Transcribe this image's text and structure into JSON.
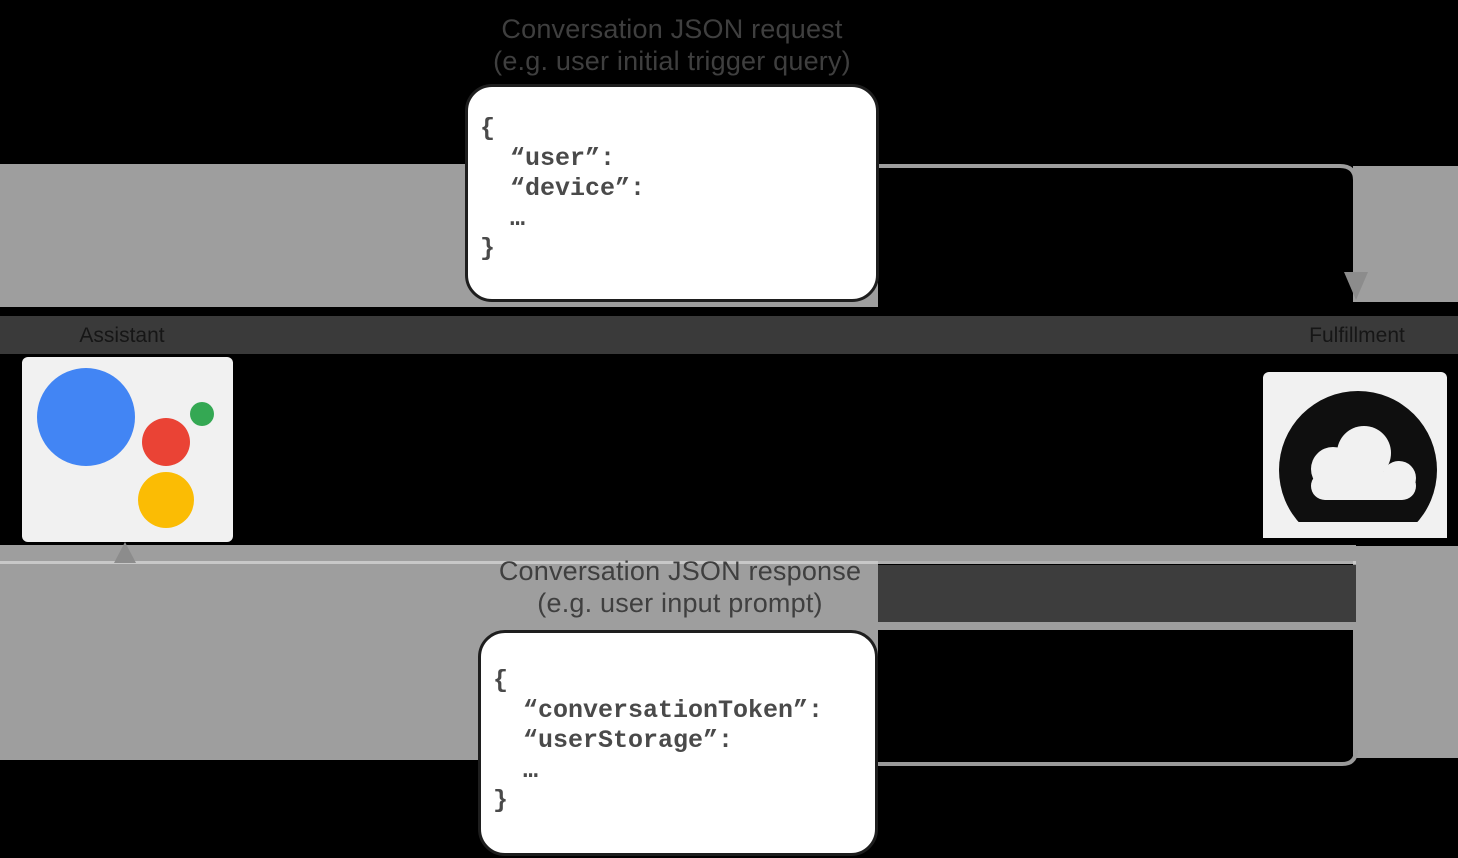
{
  "diagram": {
    "request_flow": {
      "title_line1": "Conversation JSON request",
      "title_line2": "(e.g. user initial trigger query)",
      "json_lines": [
        "{",
        "  “user”:",
        "  “device”:",
        "  …",
        "}"
      ]
    },
    "response_flow": {
      "title_line1": "Conversation JSON response",
      "title_line2": "(e.g. user input prompt)",
      "json_lines": [
        "{",
        "  “conversationToken”:",
        "  “userStorage”:",
        "  …",
        "}"
      ]
    },
    "nodes": {
      "assistant": {
        "label": "Assistant"
      },
      "fulfillment": {
        "label": "Fulfillment"
      }
    },
    "colors": {
      "background": "#000000",
      "arrow_band": "#9e9e9e",
      "arrowhead": "#8c8c8c",
      "label_stripe": "#3a3a3a",
      "title_text": "#3f3f3f",
      "json_text": "#4a4a4a",
      "assistant_blue": "#4285f4",
      "assistant_red": "#ea4335",
      "assistant_green": "#34a853",
      "assistant_yellow": "#fbbc04",
      "icon_box_bg": "#f1f1f1",
      "cloud_glyph": "#0f0f0f"
    }
  }
}
